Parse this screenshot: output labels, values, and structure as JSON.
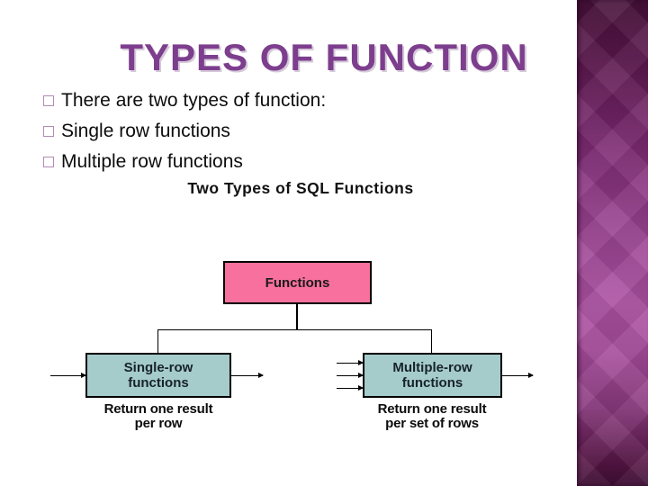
{
  "slide": {
    "title": "TYPES OF FUNCTION",
    "bullets": [
      {
        "label": "There are two types of function:"
      },
      {
        "label": "Single row functions"
      },
      {
        "label": "Multiple row functions"
      }
    ]
  },
  "diagram": {
    "heading": "Two Types of SQL Functions",
    "root": {
      "label": "Functions"
    },
    "children": [
      {
        "label": "Single-row\nfunctions",
        "caption": "Return one result\nper row"
      },
      {
        "label": "Multiple-row\nfunctions",
        "caption": "Return one result\nper set of rows"
      }
    ]
  },
  "colors": {
    "title_text": "#7d3e8e",
    "root_box_fill": "#f8709e",
    "child_box_fill": "#a5cbcb",
    "box_border": "#000000",
    "bullet_square_border": "#b48ab4",
    "sidebar_top": "#451038",
    "sidebar_mid": "#ac52a2",
    "sidebar_bottom": "#3f0e35"
  }
}
